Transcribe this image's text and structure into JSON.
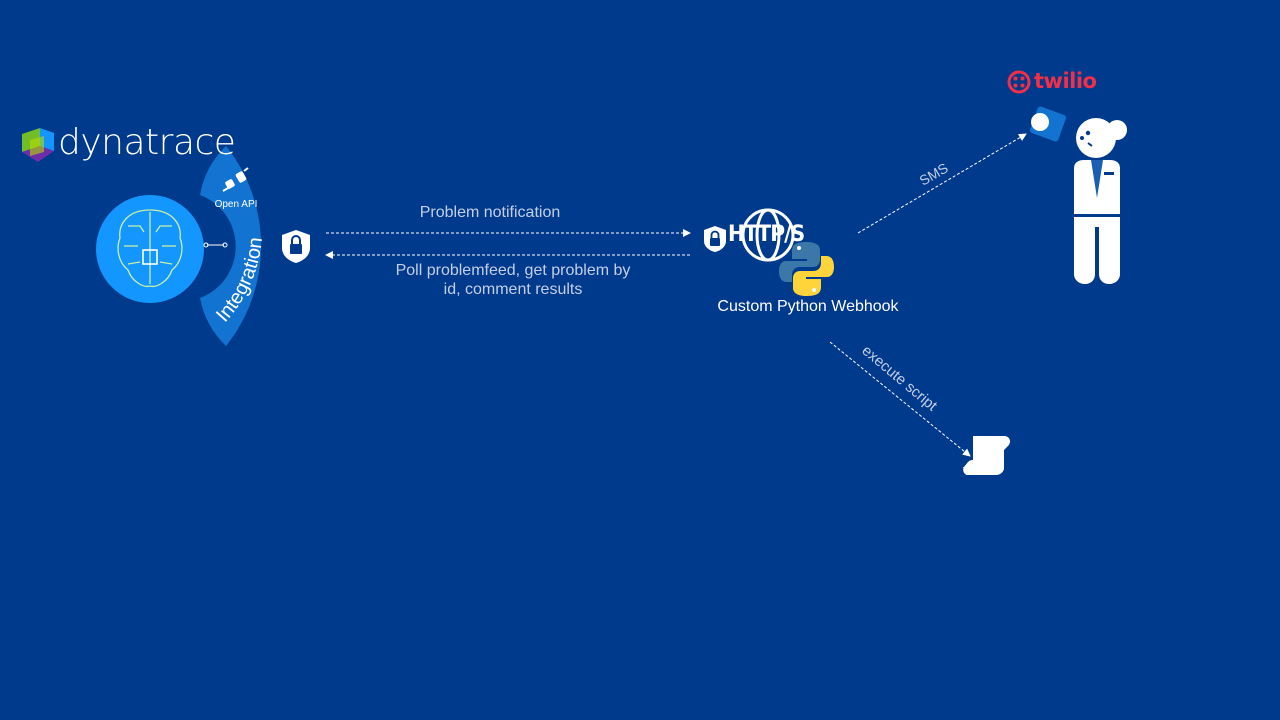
{
  "brand": {
    "name": "dynatrace",
    "accent": "#1496ff",
    "secondary": "#73be28",
    "purple": "#6f2da8"
  },
  "integration": {
    "open_api_label": "Open API",
    "arc_label": "Integration",
    "arc_color": "#1273d1"
  },
  "arrows": {
    "problem_notification": "Problem notification",
    "poll_line1": "Poll problemfeed, get problem by",
    "poll_line2": "id, comment results"
  },
  "webhook": {
    "protocol": "HTTP/S",
    "label": "Custom Python Webhook"
  },
  "sms": {
    "label": "SMS",
    "provider": "twilio",
    "provider_color": "#f22f46"
  },
  "script": {
    "label": "execute script"
  },
  "icons": [
    "dynatrace-logo-icon",
    "ai-brain-icon",
    "plug-icon",
    "shield-lock-icon",
    "globe-icon",
    "python-icon",
    "twilio-logo-icon",
    "person-icon",
    "phone-icon",
    "script-scroll-icon"
  ]
}
